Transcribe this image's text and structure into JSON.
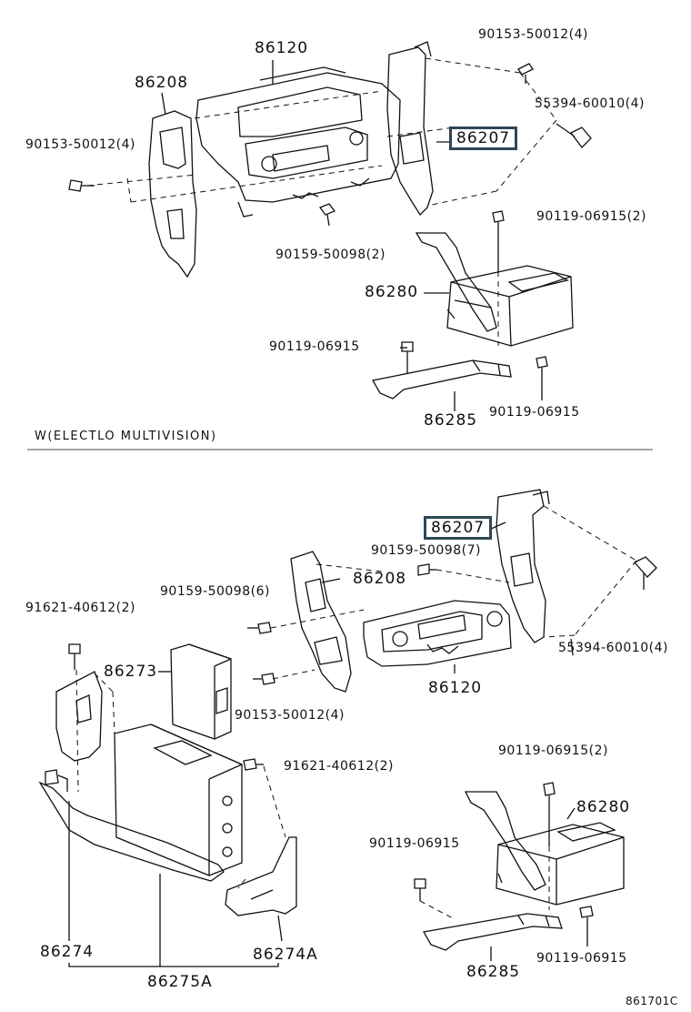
{
  "upper": {
    "p86120": "86120",
    "p86208": "86208",
    "p86207": "86207",
    "p90153": "90153-50012(4)",
    "p90153_left": "90153-50012(4)",
    "p55394": "55394-60010(4)",
    "p90119_2": "90119-06915(2)",
    "p90159": "90159-50098(2)",
    "p86280": "86280",
    "p90119_a": "90119-06915",
    "p90119_b": "90119-06915",
    "p86285": "86285"
  },
  "section_title": "W(ELECTLO MULTIVISION)",
  "lower": {
    "p86207": "86207",
    "p90159_7": "90159-50098(7)",
    "p86208": "86208",
    "p90159_6": "90159-50098(6)",
    "p91621_top": "91621-40612(2)",
    "p55394": "55394-60010(4)",
    "p86273": "86273",
    "p90153": "90153-50012(4)",
    "p86120": "86120",
    "p91621_mid": "91621-40612(2)",
    "p90119_2": "90119-06915(2)",
    "p86280": "86280",
    "p90119_a": "90119-06915",
    "p86274": "86274",
    "p86274A": "86274A",
    "p86275A": "86275A",
    "p86285": "86285",
    "p90119_b": "90119-06915"
  },
  "diagram_code": "861701C",
  "colors": {
    "highlight_box": "#2e4855",
    "line": "#111111"
  }
}
